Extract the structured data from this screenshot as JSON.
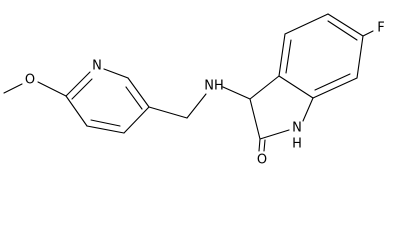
{
  "structure": {
    "atoms": {
      "n_pyridine": "N",
      "o_methoxy": "O",
      "nh_amine": "NH",
      "f": "F",
      "nh_lactam_n": "N",
      "nh_lactam_h": "H",
      "o_carbonyl": "O"
    }
  }
}
